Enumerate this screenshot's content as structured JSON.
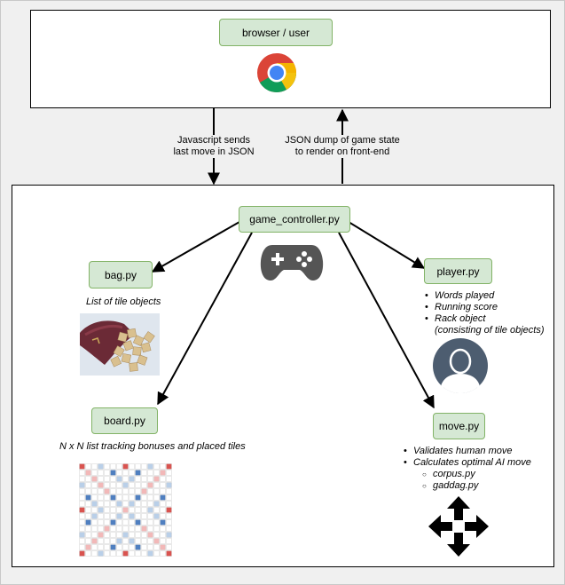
{
  "top": {
    "browser_label": "browser / user",
    "icon": "chrome-icon"
  },
  "edges": {
    "down_label": [
      "Javascript sends",
      "last move in JSON"
    ],
    "up_label": [
      "JSON dump of game state",
      "to render on front-end"
    ]
  },
  "controller": {
    "label": "game_controller.py",
    "icon": "gamepad-icon"
  },
  "bag": {
    "label": "bag.py",
    "desc": "List of tile objects",
    "image": "scrabble-tile-bag-photo"
  },
  "player": {
    "label": "player.py",
    "items": [
      "Words played",
      "Running score",
      "Rack object"
    ],
    "rack_note": "(consisting of tile objects)",
    "icon": "user-avatar-icon"
  },
  "board": {
    "label": "board.py",
    "desc": "N x N list tracking bonuses and placed tiles",
    "image": "scrabble-board-grid"
  },
  "move": {
    "label": "move.py",
    "items": [
      "Validates human move",
      "Calculates optimal AI move"
    ],
    "subitems": [
      "corpus.py",
      "gaddag.py"
    ],
    "icon": "four-way-arrows-icon"
  },
  "colors": {
    "node_fill": "#d5e8d4",
    "node_border": "#82b366",
    "triple_word": "#d9534f",
    "double_word": "#f2b8b8",
    "triple_letter": "#4f7fc0",
    "double_letter": "#b9cfe8"
  }
}
